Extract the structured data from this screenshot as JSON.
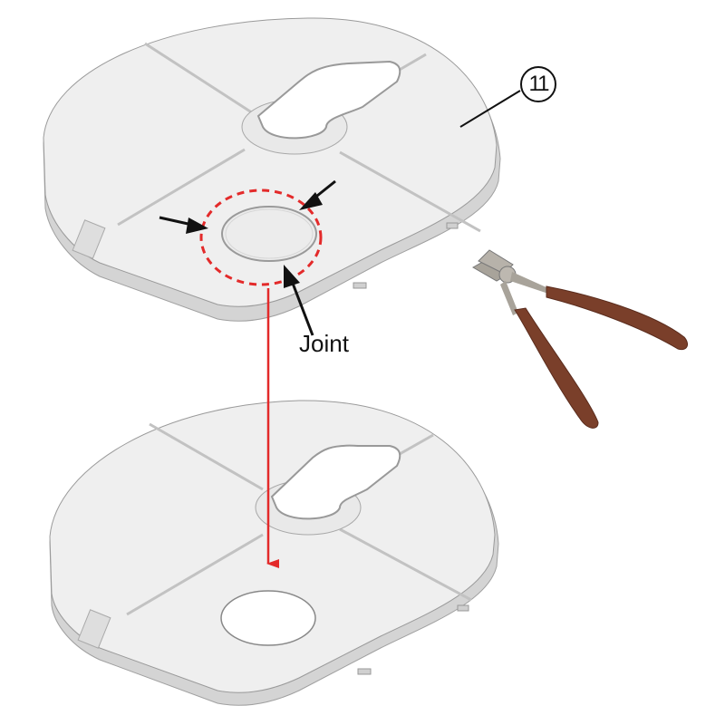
{
  "diagram": {
    "type": "assembly-instruction",
    "part_number": "11",
    "callouts": {
      "joint": "Joint"
    },
    "colors": {
      "plate_fill": "#eeeeee",
      "plate_edge": "#c8c8c8",
      "plate_outline": "#9a9a9a",
      "cut_circle": "#e32a2a",
      "arrow_red": "#e32a2a",
      "arrow_black": "#111111",
      "plier_handle": "#7a3f2a",
      "plier_metal": "#a8a39a"
    },
    "elements": [
      {
        "id": "upper-plate",
        "description": "Round cover plate with keyhole slot and circular knock-out with joints"
      },
      {
        "id": "lower-plate",
        "description": "Same cover plate after circular knock-out is removed"
      },
      {
        "id": "pliers",
        "description": "Side-cutting pliers used to cut the joints"
      },
      {
        "id": "red-dashed-circle",
        "description": "Highlights knock-out joint area"
      },
      {
        "id": "red-arrow",
        "description": "Indicates transition from upper to lower plate"
      },
      {
        "id": "black-arrows",
        "count": 3,
        "description": "Point to joints around the knock-out"
      }
    ]
  }
}
